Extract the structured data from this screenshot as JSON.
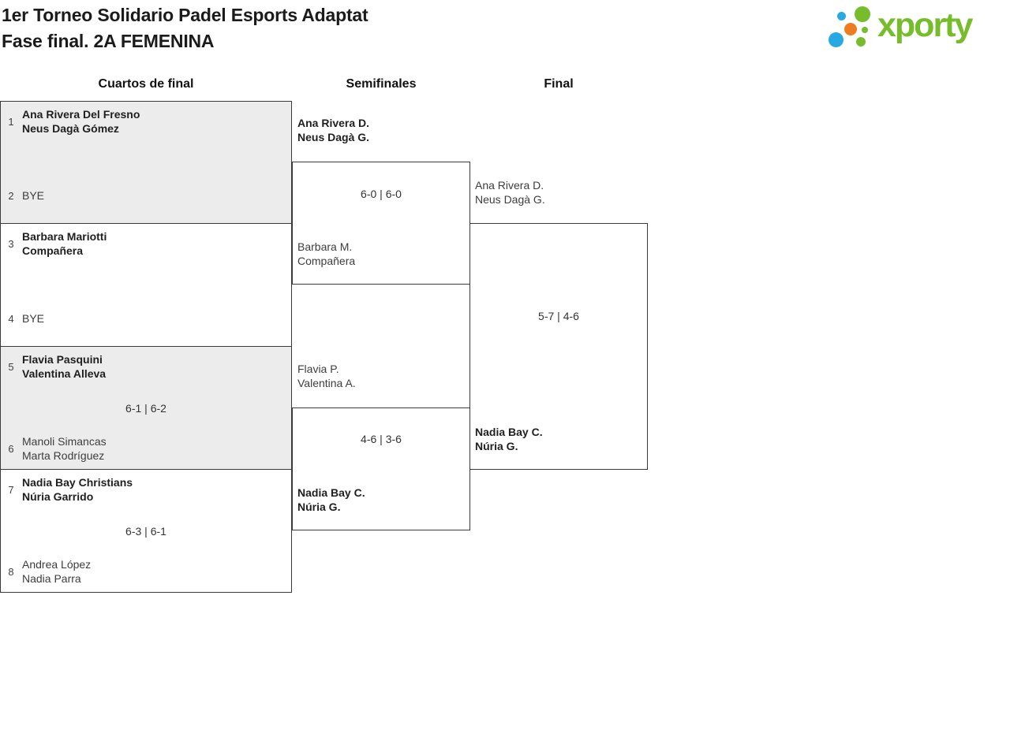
{
  "header": {
    "title_line1": "1er Torneo Solidario Padel Esports Adaptat",
    "title_line2": "Fase final. 2A FEMENINA",
    "logo_text": "xporty"
  },
  "brand_colors": {
    "green": "#76bc2b",
    "blue": "#29a9e1",
    "orange": "#ee7d21",
    "bracket_border": "#3a3a3a",
    "shaded_match_bg": "#ececec"
  },
  "columns": [
    {
      "label": "Cuartos de final"
    },
    {
      "label": "Semifinales"
    },
    {
      "label": "Final"
    }
  ],
  "rounds": {
    "quarterfinals": [
      {
        "seed_top": "1",
        "team_top": "Ana Rivera Del Fresno\nNeus Dagà Gómez",
        "winner_top": true,
        "seed_bottom": "2",
        "team_bottom": "BYE",
        "winner_bottom": false,
        "score": ""
      },
      {
        "seed_top": "3",
        "team_top": "Barbara Mariotti\nCompañera",
        "winner_top": true,
        "seed_bottom": "4",
        "team_bottom": "BYE",
        "winner_bottom": false,
        "score": ""
      },
      {
        "seed_top": "5",
        "team_top": "Flavia Pasquini\nValentina Alleva",
        "winner_top": true,
        "seed_bottom": "6",
        "team_bottom": "Manoli Simancas\nMarta Rodríguez",
        "winner_bottom": false,
        "score": "6-1 | 6-2"
      },
      {
        "seed_top": "7",
        "team_top": "Nadia Bay Christians\nNúria Garrido",
        "winner_top": true,
        "seed_bottom": "8",
        "team_bottom": "Andrea López\nNadia Parra",
        "winner_bottom": false,
        "score": "6-3 | 6-1"
      }
    ],
    "semifinals": [
      {
        "team_top": "Ana Rivera D.\nNeus Dagà G.",
        "winner_top": true,
        "team_bottom": "Barbara M.\nCompañera",
        "winner_bottom": false,
        "score": "6-0 | 6-0"
      },
      {
        "team_top": "Flavia P.\nValentina A.",
        "winner_top": false,
        "team_bottom": "Nadia Bay C.\nNúria G.",
        "winner_bottom": true,
        "score": "4-6 | 3-6"
      }
    ],
    "final": {
      "team_top": "Ana Rivera D.\nNeus Dagà G.",
      "winner_top": false,
      "team_bottom": "Nadia Bay C.\nNúria G.",
      "winner_bottom": true,
      "score": "5-7 | 4-6"
    }
  }
}
